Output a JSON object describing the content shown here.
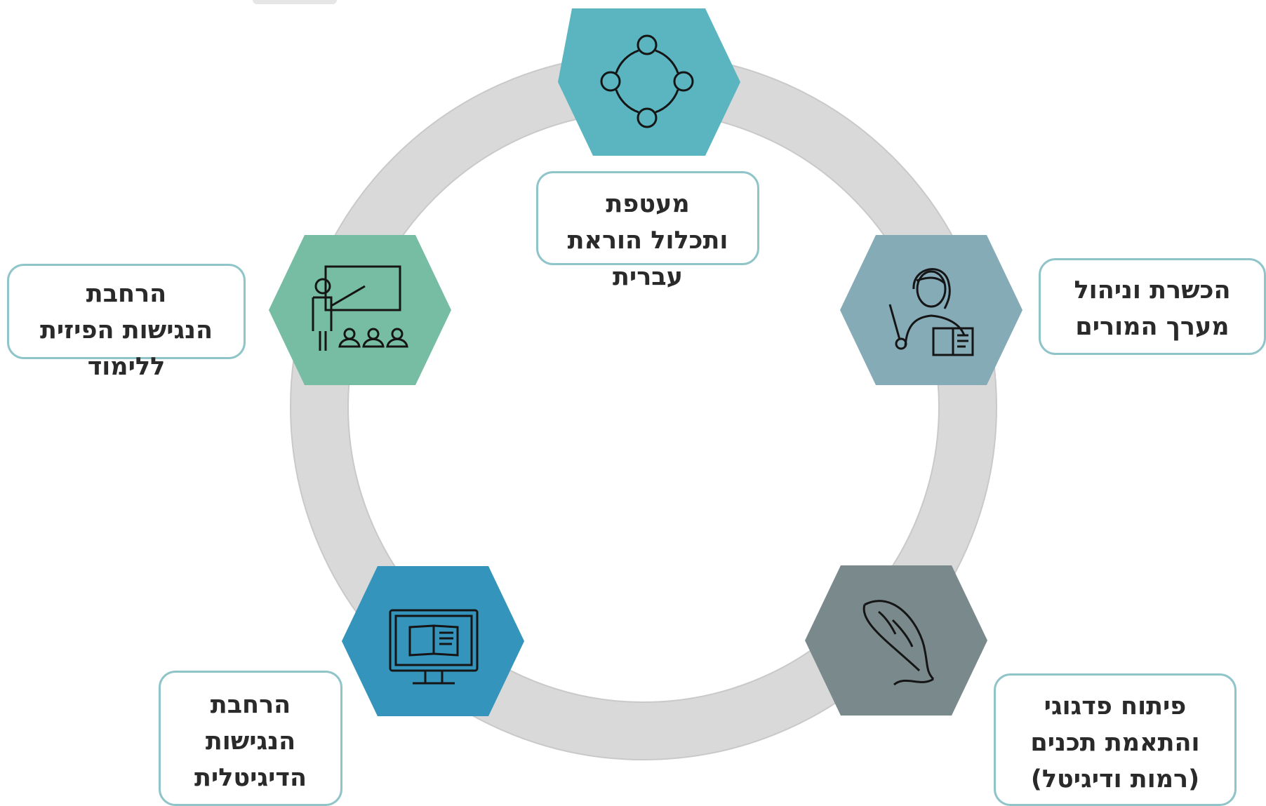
{
  "colors": {
    "ring": "#d9d9d9",
    "box_border": "#8fc4c8",
    "text": "#2a2a2a",
    "icon_stroke": "#151515"
  },
  "nodes": [
    {
      "id": "top",
      "icon": "network-cycle-icon",
      "color": "#5bb5c1",
      "label": "מעטפת\nותכלול הוראת\nעברית"
    },
    {
      "id": "right",
      "icon": "teacher-with-book-icon",
      "color": "#85abb7",
      "label": "הכשרת וניהול\nמערך המורים"
    },
    {
      "id": "bottom-right",
      "icon": "feather-quill-icon",
      "color": "#7a8a8c",
      "label": "פיתוח פדגוגי\nוהתאמת תכנים\n(רמות ודיגיטל)"
    },
    {
      "id": "bottom-left",
      "icon": "computer-book-icon",
      "color": "#3494bc",
      "label": "הרחבת\nהנגישות\nהדיגיטלית"
    },
    {
      "id": "left",
      "icon": "classroom-teacher-icon",
      "color": "#76bda3",
      "label": "הרחבת\nהנגישות הפיזית\nללימוד"
    }
  ]
}
